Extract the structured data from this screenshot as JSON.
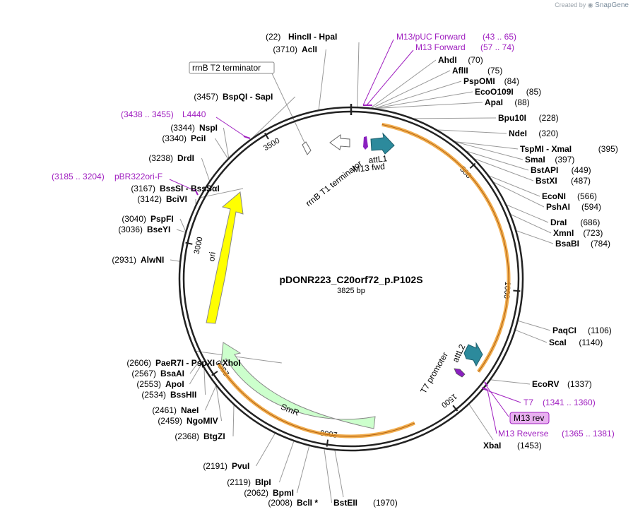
{
  "branding": {
    "created_by": "Created by",
    "app": "SnapGene"
  },
  "plasmid": {
    "name": "pDONR223_C20orf72_p.P102S",
    "size": "3825 bp",
    "length": 3825
  },
  "ticks": [
    {
      "pos": 500,
      "label": "500"
    },
    {
      "pos": 1000,
      "label": "1000"
    },
    {
      "pos": 1500,
      "label": "1500"
    },
    {
      "pos": 2000,
      "label": "2000"
    },
    {
      "pos": 2500,
      "label": "2500"
    },
    {
      "pos": 3000,
      "label": "3000"
    },
    {
      "pos": 3500,
      "label": "3500"
    }
  ],
  "sites_right": [
    {
      "pos": 22,
      "num": "(22)",
      "name": "HincII  - HpaI",
      "side": "top"
    },
    {
      "pos": 70,
      "name": "AhdI",
      "num": "(70)"
    },
    {
      "pos": 75,
      "name": "AflII",
      "num": "(75)"
    },
    {
      "pos": 84,
      "name": "PspOMI",
      "num": "(84)"
    },
    {
      "pos": 85,
      "name": "EcoO109I",
      "num": "(85)"
    },
    {
      "pos": 88,
      "name": "ApaI",
      "num": "(88)"
    },
    {
      "pos": 228,
      "name": "Bpu10I",
      "num": "(228)"
    },
    {
      "pos": 320,
      "name": "NdeI",
      "num": "(320)"
    },
    {
      "pos": 395,
      "name": "TspMI  - XmaI",
      "num": "(395)"
    },
    {
      "pos": 397,
      "name": "SmaI",
      "num": "(397)"
    },
    {
      "pos": 449,
      "name": "BstAPI",
      "num": "(449)"
    },
    {
      "pos": 487,
      "name": "BstXI",
      "num": "(487)"
    },
    {
      "pos": 566,
      "name": "EcoNI",
      "num": "(566)"
    },
    {
      "pos": 594,
      "name": "PshAI",
      "num": "(594)"
    },
    {
      "pos": 686,
      "name": "DraI",
      "num": "(686)"
    },
    {
      "pos": 723,
      "name": "XmnI",
      "num": "(723)"
    },
    {
      "pos": 784,
      "name": "BsaBI",
      "num": "(784)"
    },
    {
      "pos": 1106,
      "name": "PaqCI",
      "num": "(1106)"
    },
    {
      "pos": 1140,
      "name": "ScaI",
      "num": "(1140)"
    },
    {
      "pos": 1337,
      "name": "EcoRV",
      "num": "(1337)"
    },
    {
      "pos": 1453,
      "name": "XbaI",
      "num": "(1453)"
    },
    {
      "pos": 1970,
      "name": "BstEII",
      "num": "(1970)"
    }
  ],
  "sites_left": [
    {
      "pos": 3710,
      "num": "(3710)",
      "name": "AclI"
    },
    {
      "pos": 3457,
      "num": "(3457)",
      "name": "BspQI  - SapI"
    },
    {
      "pos": 3344,
      "num": "(3344)",
      "name": "NspI"
    },
    {
      "pos": 3340,
      "num": "(3340)",
      "name": "PciI"
    },
    {
      "pos": 3238,
      "num": "(3238)",
      "name": "DrdI"
    },
    {
      "pos": 3167,
      "num": "(3167)",
      "name": "BssSI  - BssSαI"
    },
    {
      "pos": 3142,
      "num": "(3142)",
      "name": "BciVI"
    },
    {
      "pos": 3040,
      "num": "(3040)",
      "name": "PspFI"
    },
    {
      "pos": 3036,
      "num": "(3036)",
      "name": "BseYI"
    },
    {
      "pos": 2931,
      "num": "(2931)",
      "name": "AlwNI"
    },
    {
      "pos": 2606,
      "num": "(2606)",
      "name": "PaeR7I  - PspXI  - XhoI"
    },
    {
      "pos": 2567,
      "num": "(2567)",
      "name": "BsaAI"
    },
    {
      "pos": 2553,
      "num": "(2553)",
      "name": "ApoI"
    },
    {
      "pos": 2534,
      "num": "(2534)",
      "name": "BssHII"
    },
    {
      "pos": 2461,
      "num": "(2461)",
      "name": "NaeI"
    },
    {
      "pos": 2459,
      "num": "(2459)",
      "name": "NgoMIV"
    },
    {
      "pos": 2368,
      "num": "(2368)",
      "name": "BtgZI"
    },
    {
      "pos": 2191,
      "num": "(2191)",
      "name": "PvuI"
    },
    {
      "pos": 2119,
      "num": "(2119)",
      "name": "BlpI"
    },
    {
      "pos": 2062,
      "num": "(2062)",
      "name": "BpmI"
    },
    {
      "pos": 2008,
      "num": "(2008)",
      "name": "BclI *"
    }
  ],
  "primers": [
    {
      "name": "M13/pUC Forward",
      "range": "(43 .. 65)"
    },
    {
      "name": "M13 Forward",
      "range": "(57 .. 74)"
    },
    {
      "name": "L4440",
      "range": "(3438 .. 3455)"
    },
    {
      "name": "pBR322ori-F",
      "range": "(3185 .. 3204)"
    },
    {
      "name": "T7",
      "range": "(1341 .. 1360)"
    },
    {
      "name": "M13 rev",
      "range": ""
    },
    {
      "name": "M13 Reverse",
      "range": "(1365 .. 1381)"
    }
  ],
  "features": {
    "rrnb_t2": "rrnB T2 terminator",
    "rrnb_t1": "rrnB T1 terminator",
    "m13_fwd": "M13 fwd",
    "attl1": "attL1",
    "attl2": "attL2",
    "t7_promoter": "T7 promoter",
    "ori": "ori",
    "smr": "SmR"
  },
  "colors": {
    "backbone": "#222222",
    "orange_arc": "#f0a030",
    "ori_fill": "#ffff00",
    "smr_fill": "#ccffcc",
    "att_fill": "#2c8a9c",
    "primer": "#a020c0",
    "primer_box": "#e8b0f0"
  }
}
